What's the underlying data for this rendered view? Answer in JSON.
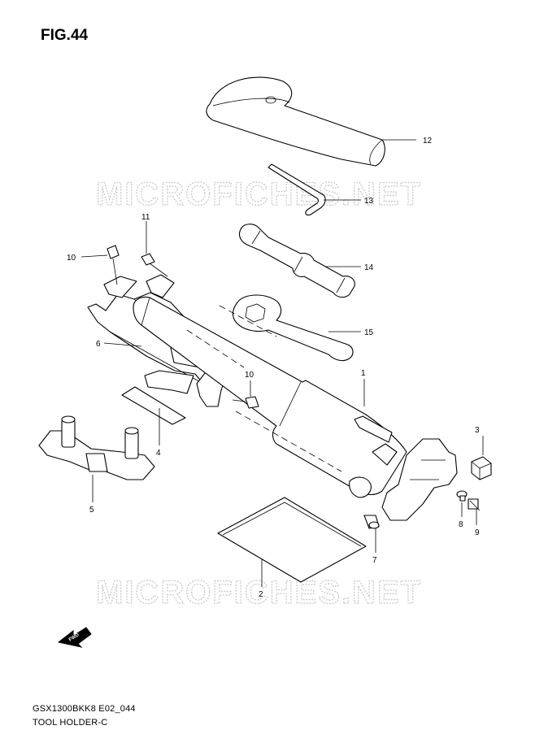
{
  "figure": {
    "title": "FIG.44"
  },
  "watermark": "MICROFICHES.NET",
  "fwd_label": "FWD",
  "parts": [
    {
      "ref": "1"
    },
    {
      "ref": "2"
    },
    {
      "ref": "3"
    },
    {
      "ref": "4"
    },
    {
      "ref": "5"
    },
    {
      "ref": "6"
    },
    {
      "ref": "7"
    },
    {
      "ref": "8"
    },
    {
      "ref": "9"
    },
    {
      "ref": "10"
    },
    {
      "ref": "10"
    },
    {
      "ref": "11"
    },
    {
      "ref": "12"
    },
    {
      "ref": "13"
    },
    {
      "ref": "14"
    },
    {
      "ref": "15"
    }
  ],
  "footer": {
    "model_code": "GSX1300BKK8 E02_044",
    "diagram_name": "TOOL HOLDER-C"
  }
}
